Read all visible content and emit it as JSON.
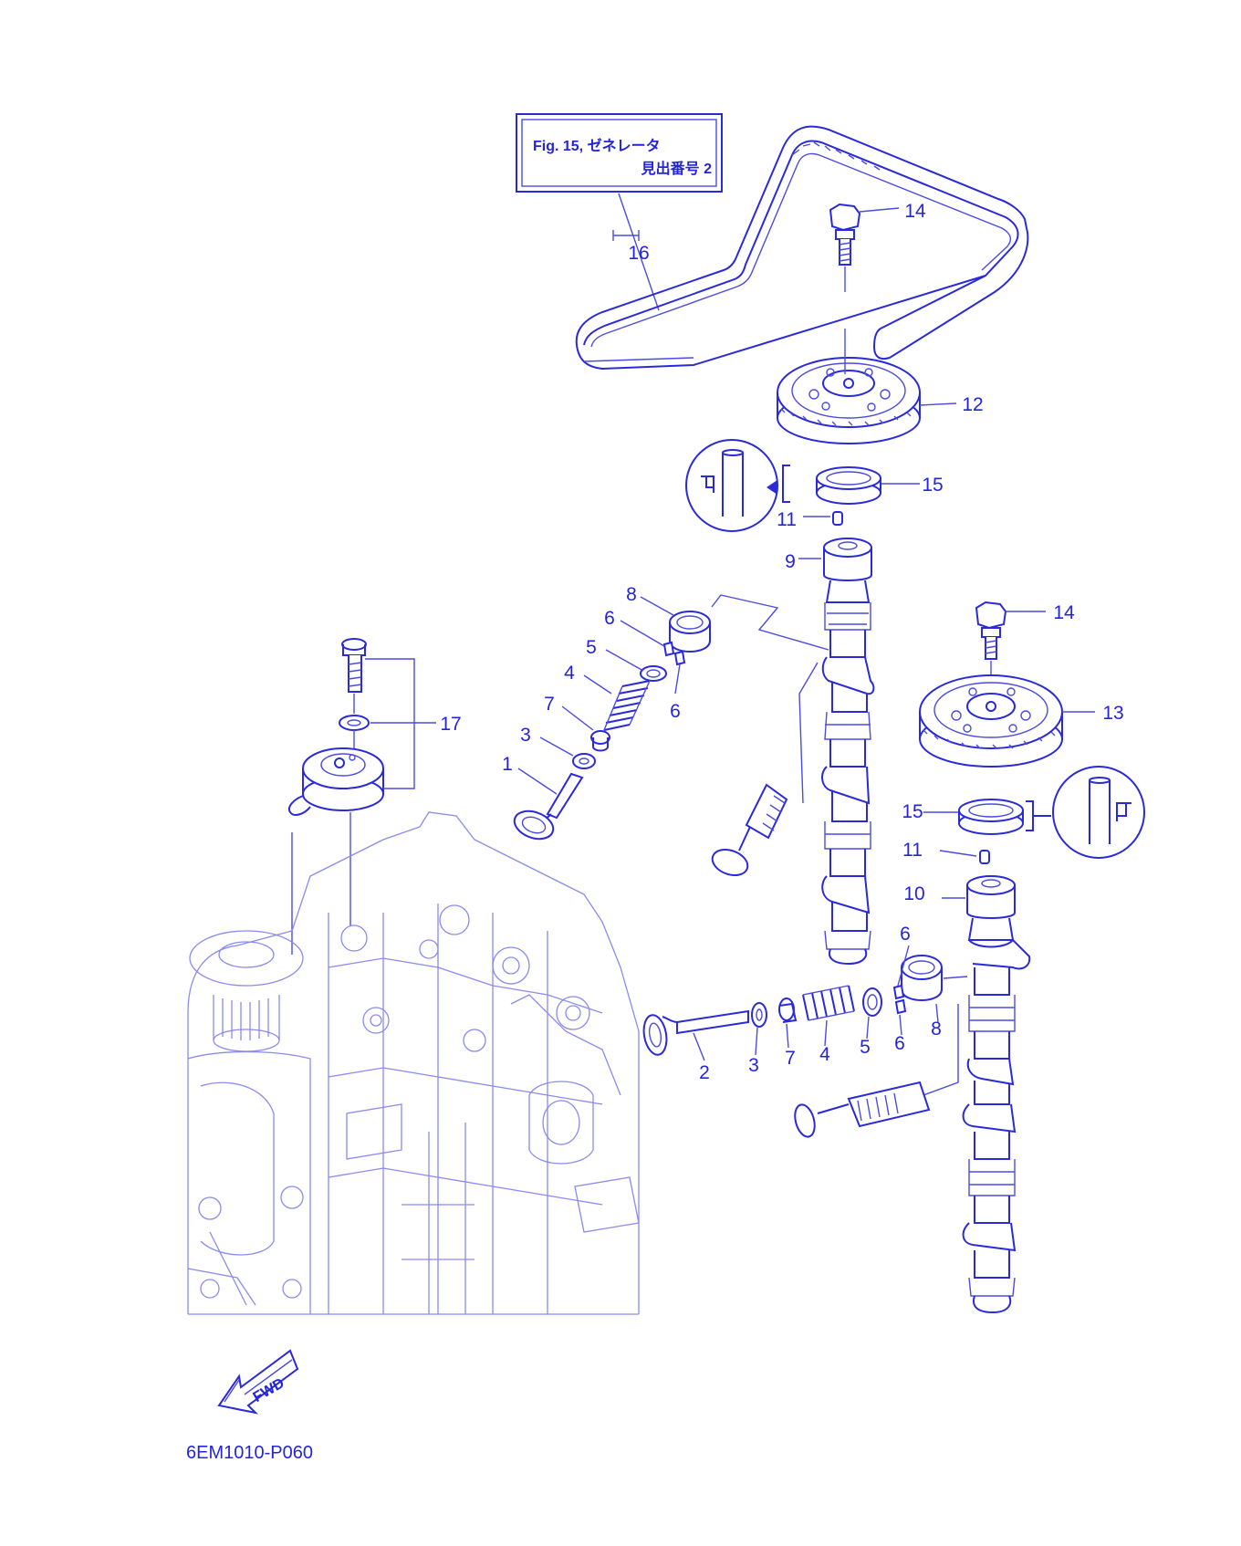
{
  "figure": {
    "reference_box": {
      "line1": "Fig. 15, ゼネレータ",
      "line2": "見出番号 2"
    },
    "drawing_code": "6EM1010-P060",
    "direction_arrow": "FWD",
    "colors": {
      "line": "#2a2ad8",
      "text": "#2424d8",
      "engine_block": "#8a8af0",
      "background": "#ffffff"
    }
  },
  "callouts": {
    "c16": "16",
    "c14a": "14",
    "c12": "12",
    "c15a": "15",
    "c11a": "11",
    "c9": "9",
    "c8a": "8",
    "c6a": "6",
    "c5a": "5",
    "c6b": "6",
    "c4a": "4",
    "c7a": "7",
    "c3a": "3",
    "c1": "1",
    "c17": "17",
    "c14b": "14",
    "c13": "13",
    "c15b": "15",
    "c11b": "11",
    "c10": "10",
    "c6c": "6",
    "c6d": "6",
    "c8b": "8",
    "c2": "2",
    "c3b": "3",
    "c7b": "7",
    "c4b": "4",
    "c5b": "5"
  }
}
